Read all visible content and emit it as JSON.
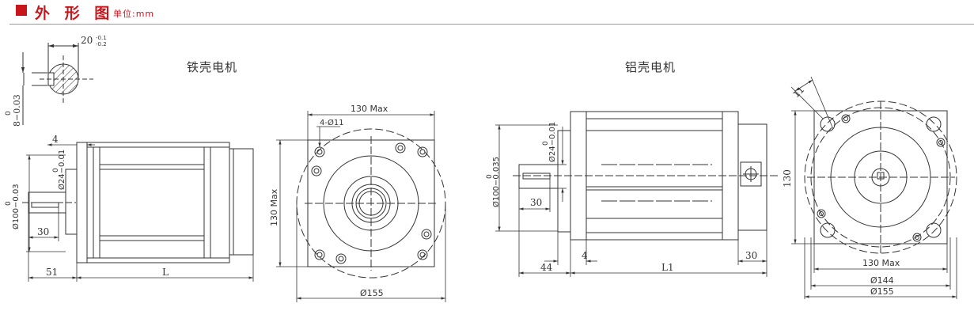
{
  "header": {
    "title": "外 形 图",
    "unit": "单位:mm",
    "accent_color": "#c8161d"
  },
  "iron_motor": {
    "title": "铁壳电机",
    "key_width": "20",
    "key_width_tol_upper": "-0.1",
    "key_width_tol_lower": "-0.2",
    "key_depth_tol": "0",
    "key_depth": "8−0.03",
    "dim_4": "4",
    "dim_30": "30",
    "dim_51": "51",
    "dim_L": "L",
    "shaft_tol": "0",
    "shaft_dia": "Ø24−0.01",
    "flange_tol": "0",
    "flange_dia": "Ø100−0.03",
    "front_width": "130 Max",
    "front_height": "130 Max",
    "hole_note": "4-Ø11",
    "front_circle": "Ø155"
  },
  "alu_motor": {
    "title": "铝壳电机",
    "flange_tol": "0",
    "flange_dia": "Ø100−0.035",
    "shaft_tol": "0",
    "shaft_dia": "Ø24−0.01",
    "dim_30_shaft": "30",
    "dim_44": "44",
    "dim_4": "4",
    "dim_L1": "L1",
    "dim_30_rear": "30",
    "dim_11": "11",
    "dim_130": "130",
    "front_width": "130 Max",
    "front_circle_1": "Ø144",
    "front_circle_2": "Ø155"
  }
}
